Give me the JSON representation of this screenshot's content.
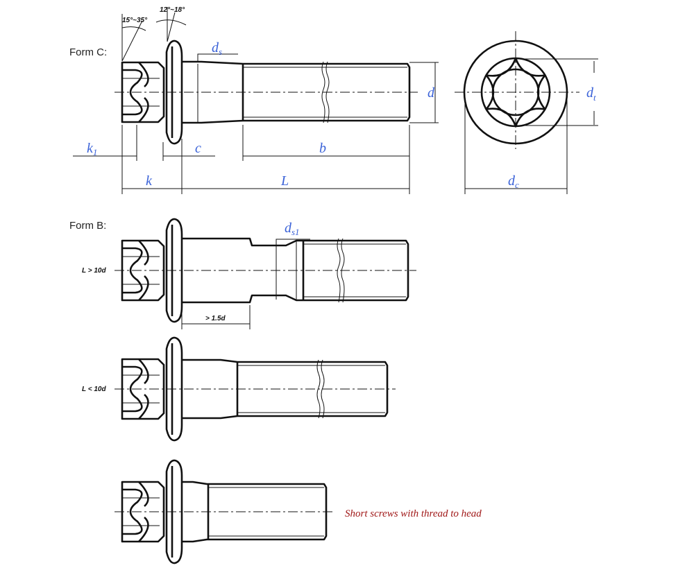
{
  "forms": {
    "form_c": "Form C:",
    "form_b": "Form B:"
  },
  "angles": {
    "chamfer": "15°~35°",
    "flange": "12°~18°"
  },
  "dimensions": {
    "ds": "d",
    "ds_sub": "s",
    "d": "d",
    "dt": "d",
    "dt_sub": "t",
    "k1": "k",
    "k1_sub": "1",
    "c": "c",
    "b": "b",
    "k": "k",
    "L": "L",
    "dc": "d",
    "dc_sub": "c",
    "ds1": "d",
    "ds1_sub": "s1",
    "min_len": "> 1.5d"
  },
  "conditions": {
    "long": "L > 10d",
    "short": "L < 10d"
  },
  "note": "Short screws with thread to head",
  "colors": {
    "label": "#3a62d8",
    "note": "#a01818"
  }
}
